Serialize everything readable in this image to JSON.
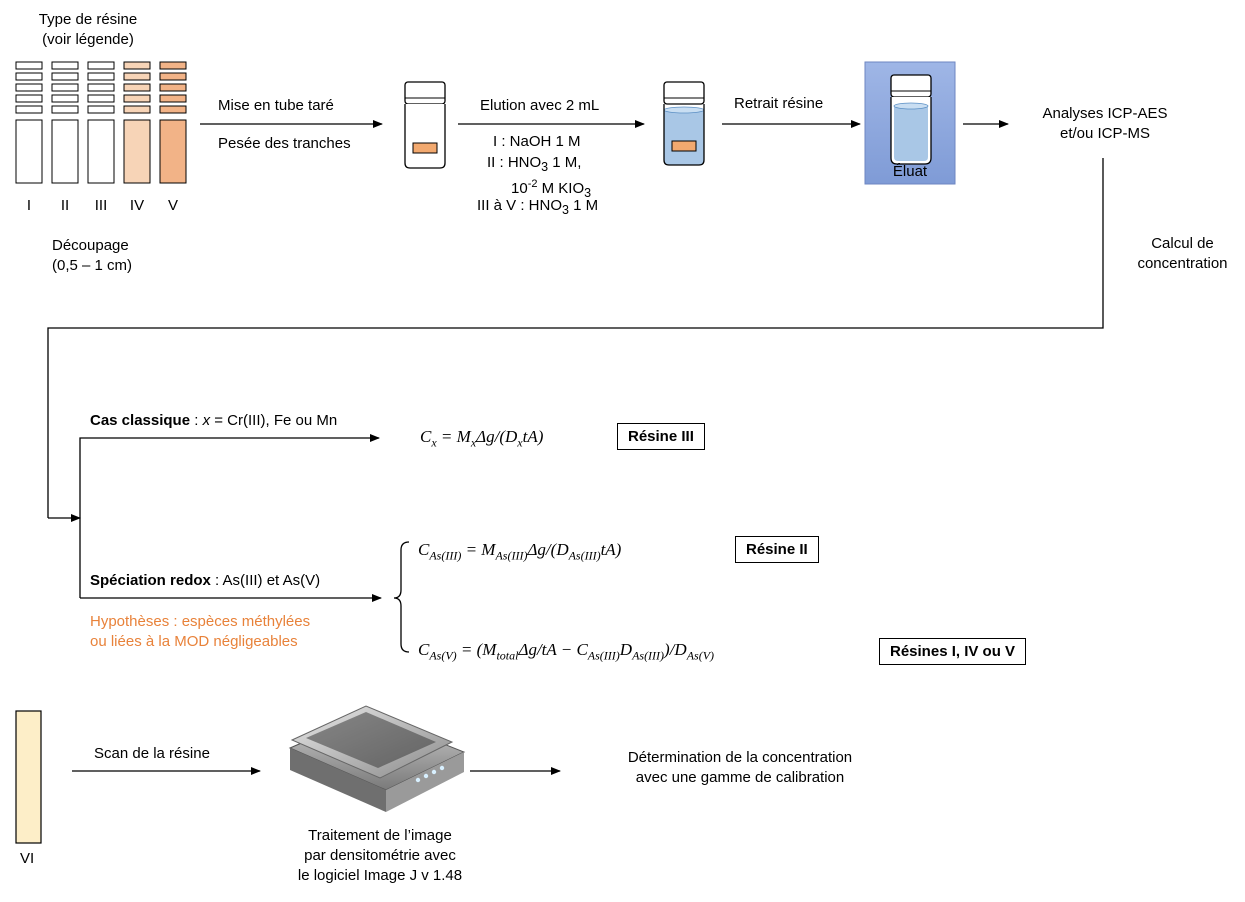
{
  "resin_type_title": [
    "Type de résine",
    "(voir légende)"
  ],
  "resin_labels": [
    "I",
    "II",
    "III",
    "IV",
    "V"
  ],
  "cutting": [
    "Découpage",
    "(0,5 – 1 cm)"
  ],
  "step1": [
    "Mise en tube taré",
    "Pesée des tranches"
  ],
  "step2": {
    "title": "Elution avec 2 mL",
    "line1": "I : NaOH 1 M",
    "line2_pre": "II : HNO",
    "line2_sub": "3",
    "line2_post": " 1 M,",
    "line3_pre": "10",
    "line3_sup": "-2",
    "line3_mid": " M KIO",
    "line3_sub": "3",
    "line4_pre": "III à V : HNO",
    "line4_sub": "3",
    "line4_post": " 1 M"
  },
  "step3": "Retrait résine",
  "eluate_label": "Éluat",
  "analysis": [
    "Analyses ICP-AES",
    "et/ou ICP-MS"
  ],
  "calc": [
    "Calcul de",
    "concentration"
  ],
  "classic": {
    "bold": "Cas classique",
    "rest_pre": " : ",
    "rest_x": "x",
    "rest_post": " = Cr(III), Fe ou Mn"
  },
  "redox": {
    "bold": "Spéciation redox",
    "rest": " : As(III) et As(V)"
  },
  "hypotheses": [
    "Hypothèses : espèces méthylées",
    "ou liées à la MOD négligeables"
  ],
  "resin_boxes": [
    "Résine III",
    "Résine II",
    "Résines I, IV ou V"
  ],
  "lower_resin_label": "VI",
  "scan_label": "Scan de la résine",
  "image_processing": [
    "Traitement de l’image",
    "par densitométrie avec",
    "le logiciel Image J v 1.48"
  ],
  "determination": [
    "Détermination de la concentration",
    "avec une gamme de calibration"
  ],
  "colors": {
    "orange": "#e8823a",
    "light_orange": "#f5c9a6",
    "mid_orange": "#f0a878",
    "blue_panel": "#8fa8dc",
    "pale_yellow": "#fdeec8",
    "liquid": "#a8c8e8"
  },
  "icons": [
    "vial-icon",
    "vial-with-liquid-icon",
    "eluate-vial-icon",
    "flatbed-scanner-icon"
  ]
}
